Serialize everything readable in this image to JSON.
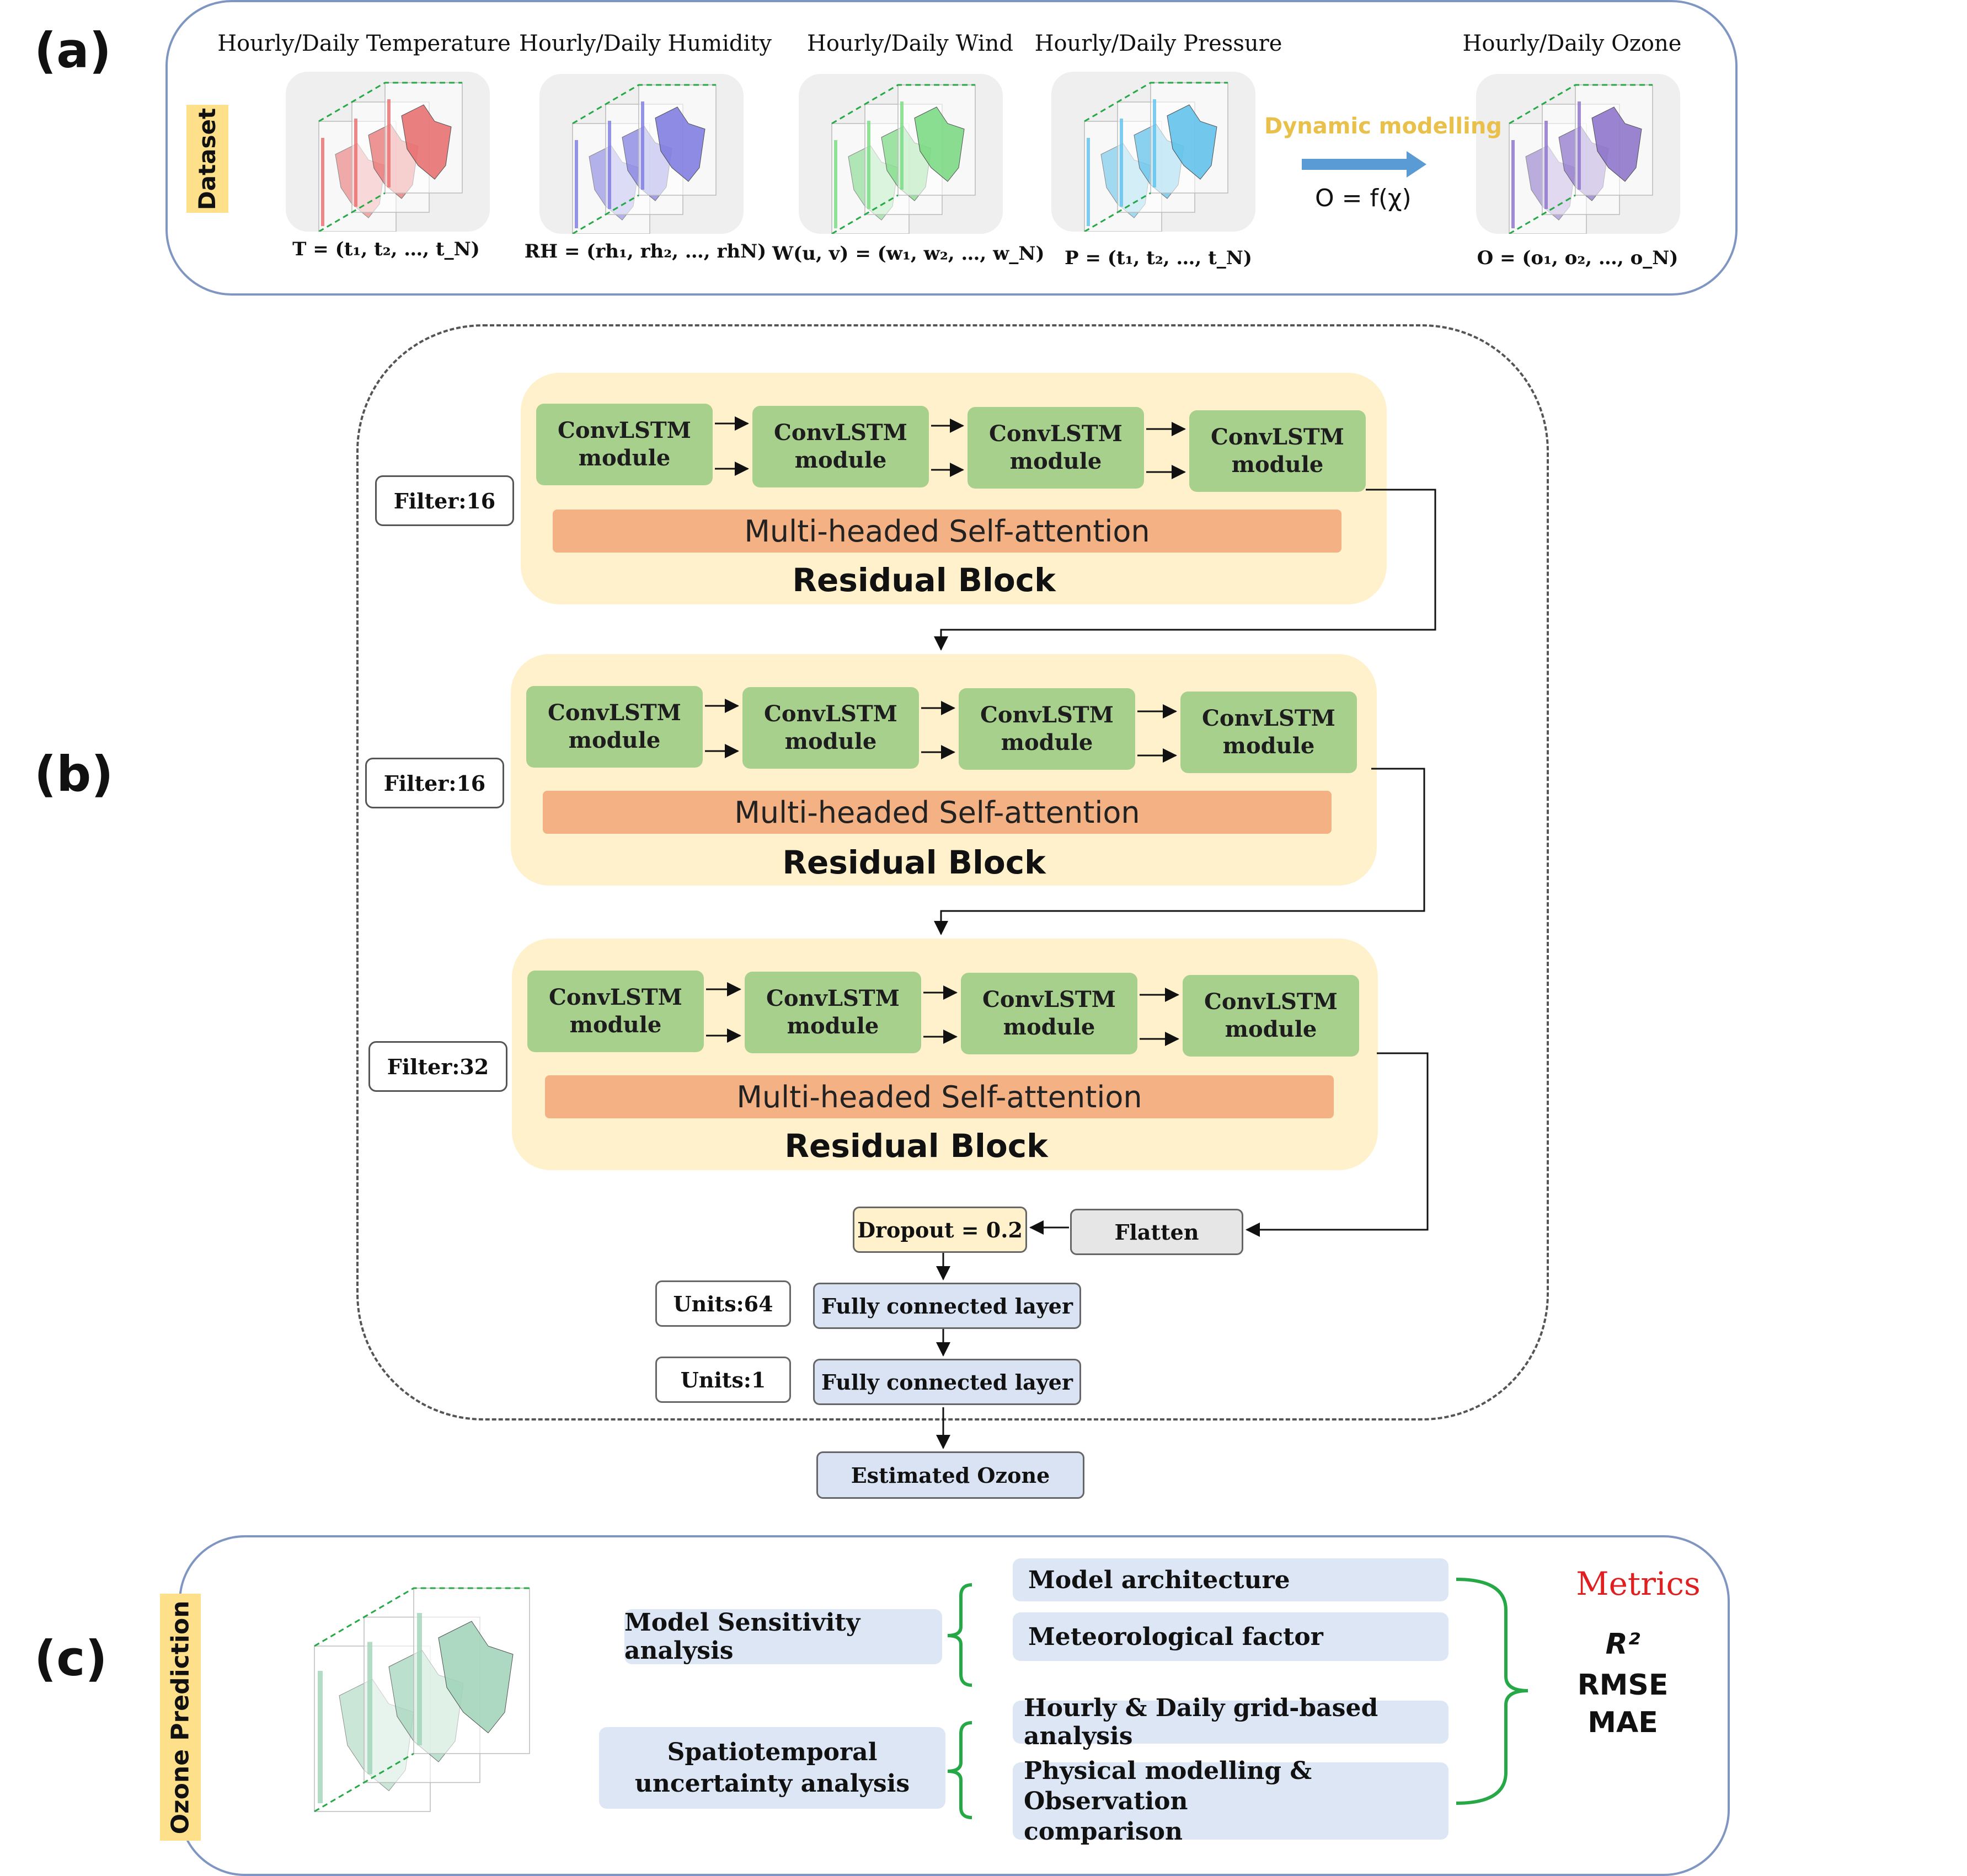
{
  "panels": {
    "a": "(a)",
    "b": "(b)",
    "c": "(c)"
  },
  "dataset_label": "Dataset",
  "inputs": [
    {
      "title": "Hourly/Daily Temperature",
      "formula": "T = (t₁, t₂, …, t_N)",
      "color": "#e86a6a"
    },
    {
      "title": "Hourly/Daily Humidity",
      "formula": "RH = (rh₁, rh₂, …, rhN)",
      "color": "#7b78e0"
    },
    {
      "title": "Hourly/Daily Wind",
      "formula": "W(u, v) = (w₁, w₂, …, w_N)",
      "color": "#77d97f"
    },
    {
      "title": "Hourly/Daily Pressure",
      "formula": "P = (t₁, t₂, …, t_N)",
      "color": "#5bc0eb"
    }
  ],
  "dynamic_modelling": "Dynamic modelling",
  "equation": "O = f(χ)",
  "output": {
    "title": "Hourly/Daily Ozone",
    "formula": "O = (o₁, o₂, …, o_N)",
    "color": "#8a6fc9"
  },
  "blocks": [
    {
      "filter": "Filter:16",
      "modules": [
        "ConvLSTM module",
        "ConvLSTM module",
        "ConvLSTM module",
        "ConvLSTM module"
      ],
      "attention": "Multi-headed Self-attention",
      "label": "Residual Block"
    },
    {
      "filter": "Filter:16",
      "modules": [
        "ConvLSTM module",
        "ConvLSTM module",
        "ConvLSTM module",
        "ConvLSTM module"
      ],
      "attention": "Multi-headed Self-attention",
      "label": "Residual Block"
    },
    {
      "filter": "Filter:32",
      "modules": [
        "ConvLSTM module",
        "ConvLSTM module",
        "ConvLSTM module",
        "ConvLSTM module"
      ],
      "attention": "Multi-headed Self-attention",
      "label": "Residual Block"
    }
  ],
  "dropout": "Dropout = 0.2",
  "flatten": "Flatten",
  "units64": "Units:64",
  "units1": "Units:1",
  "fc1": "Fully connected layer",
  "fc2": "Fully connected layer",
  "estimated": "Estimated Ozone",
  "ozone_prediction_label": "Ozone Prediction",
  "analysis": {
    "sensitivity": "Model Sensitivity analysis",
    "spatiotemporal": "Spatiotemporal uncertainty analysis",
    "items": [
      "Model architecture",
      "Meteorological factor",
      "Hourly & Daily grid-based analysis",
      "Physical modelling & Observation comparison"
    ]
  },
  "metrics": {
    "title": "Metrics",
    "title_color": "#e02020",
    "r2": "R²",
    "rmse": "RMSE",
    "mae": "MAE"
  },
  "bracket_color": "#27a846"
}
